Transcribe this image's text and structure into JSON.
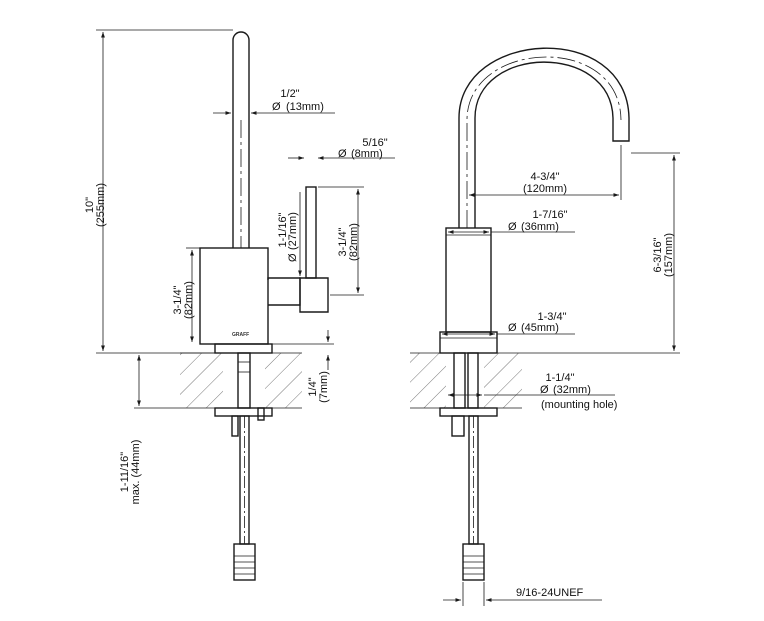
{
  "side_view": {
    "spout_diameter": {
      "frac": "1/2\"",
      "metric": "(13mm)",
      "sym": "Ø"
    },
    "tube_diameter": {
      "frac": "5/16\"",
      "metric": "(8mm)",
      "sym": "Ø"
    },
    "handle_length": {
      "frac": "1-1/16\"",
      "metric": "(27mm)",
      "sym": "Ø"
    },
    "handle_height": {
      "frac": "3-1/4\"",
      "metric": "(82mm)"
    },
    "total_height": {
      "frac": "10\"",
      "metric": "(255mm)"
    },
    "body_height": {
      "frac": "3-1/4\"",
      "metric": "(82mm)"
    },
    "base_thickness": {
      "frac": "1/4\"",
      "metric": "(7mm)"
    },
    "max_deck": {
      "frac": "1-11/16\"",
      "metric": "max. (44mm)"
    },
    "brand": "GRAFF"
  },
  "front_view": {
    "reach": {
      "frac": "4-3/4\"",
      "metric": "(120mm)"
    },
    "body_diameter": {
      "frac": "1-7/16\"",
      "metric": "(36mm)",
      "sym": "Ø"
    },
    "base_diameter": {
      "frac": "1-3/4\"",
      "metric": "(45mm)",
      "sym": "Ø"
    },
    "spout_height": {
      "frac": "6-3/16\"",
      "metric": "(157mm)"
    },
    "mounting_hole": {
      "frac": "1-1/4\"",
      "metric": "(32mm)",
      "sym": "Ø",
      "note": "(mounting hole)"
    },
    "thread": "9/16-24UNEF"
  }
}
